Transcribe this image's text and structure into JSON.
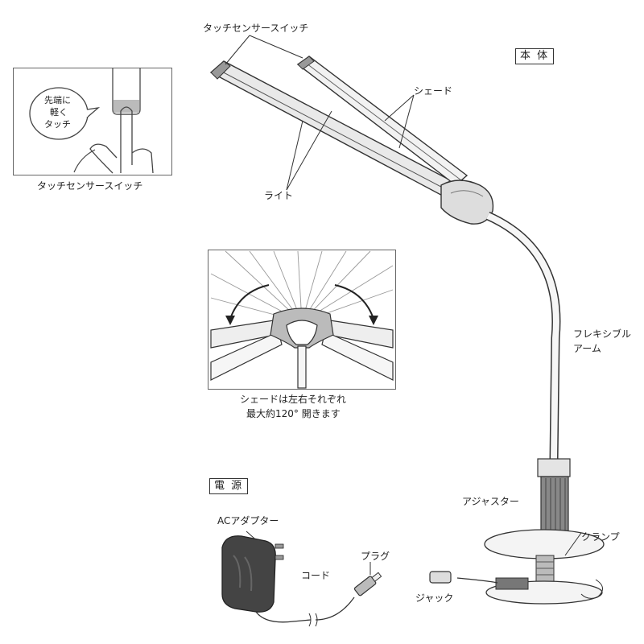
{
  "labels": {
    "touch_sensor_top": "タッチセンサースイッチ",
    "body": "本 体",
    "shade": "シェード",
    "light": "ライト",
    "flexible_arm_line1": "フレキシブル",
    "flexible_arm_line2": "アーム",
    "adjuster": "アジャスター",
    "clamp": "クランプ",
    "power": "電 源",
    "ac_adapter": "ACアダプター",
    "plug": "プラグ",
    "cord": "コード",
    "jack": "ジャック",
    "touch_sensor_inset": "タッチセンサースイッチ",
    "bubble_line1": "先端に",
    "bubble_line2": "軽く",
    "bubble_line3": "タッチ",
    "shade_caption_line1": "シェードは左右それぞれ",
    "shade_caption_line2": "最大約120° 開きます"
  }
}
